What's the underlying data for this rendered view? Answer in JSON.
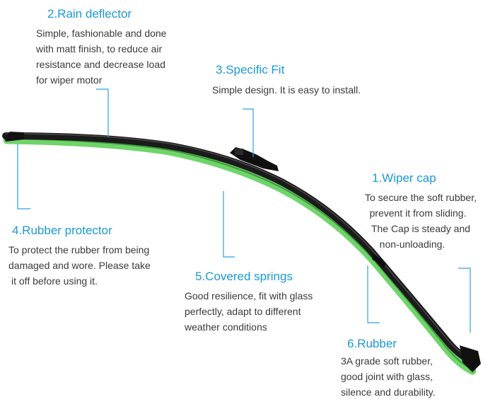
{
  "colors": {
    "accent": "#1a9ad6",
    "leader_line": "#2aa4dc",
    "blade": "#1b1b1b",
    "rubber_strip": "#6fd46a",
    "text": "#3a3a3a"
  },
  "callouts": {
    "rain_deflector": {
      "title": "2.Rain deflector",
      "lines": [
        "Simple, fashionable and done",
        "with matt finish,  to reduce air",
        "resistance and decrease load",
        "for wiper motor"
      ]
    },
    "specific_fit": {
      "title": "3.Specific Fit",
      "lines": [
        "Simple design. It is easy to install."
      ]
    },
    "wiper_cap": {
      "title": "1.Wiper cap",
      "lines": [
        "To secure the soft rubber,",
        "prevent it from sliding.",
        "The Cap is steady and",
        "non-unloading."
      ]
    },
    "rubber_protector": {
      "title": "4.Rubber protector",
      "lines": [
        "To protect the rubber from being",
        "damaged and wore. Please take",
        "it off before using it."
      ]
    },
    "covered_springs": {
      "title": "5.Covered springs",
      "lines": [
        "Good resilience, fit with glass",
        "perfectly, adapt to different",
        "weather conditions"
      ]
    },
    "rubber": {
      "title": "6.Rubber",
      "lines": [
        "3A grade soft rubber,",
        "good joint with glass,",
        "silence and durability."
      ]
    }
  }
}
